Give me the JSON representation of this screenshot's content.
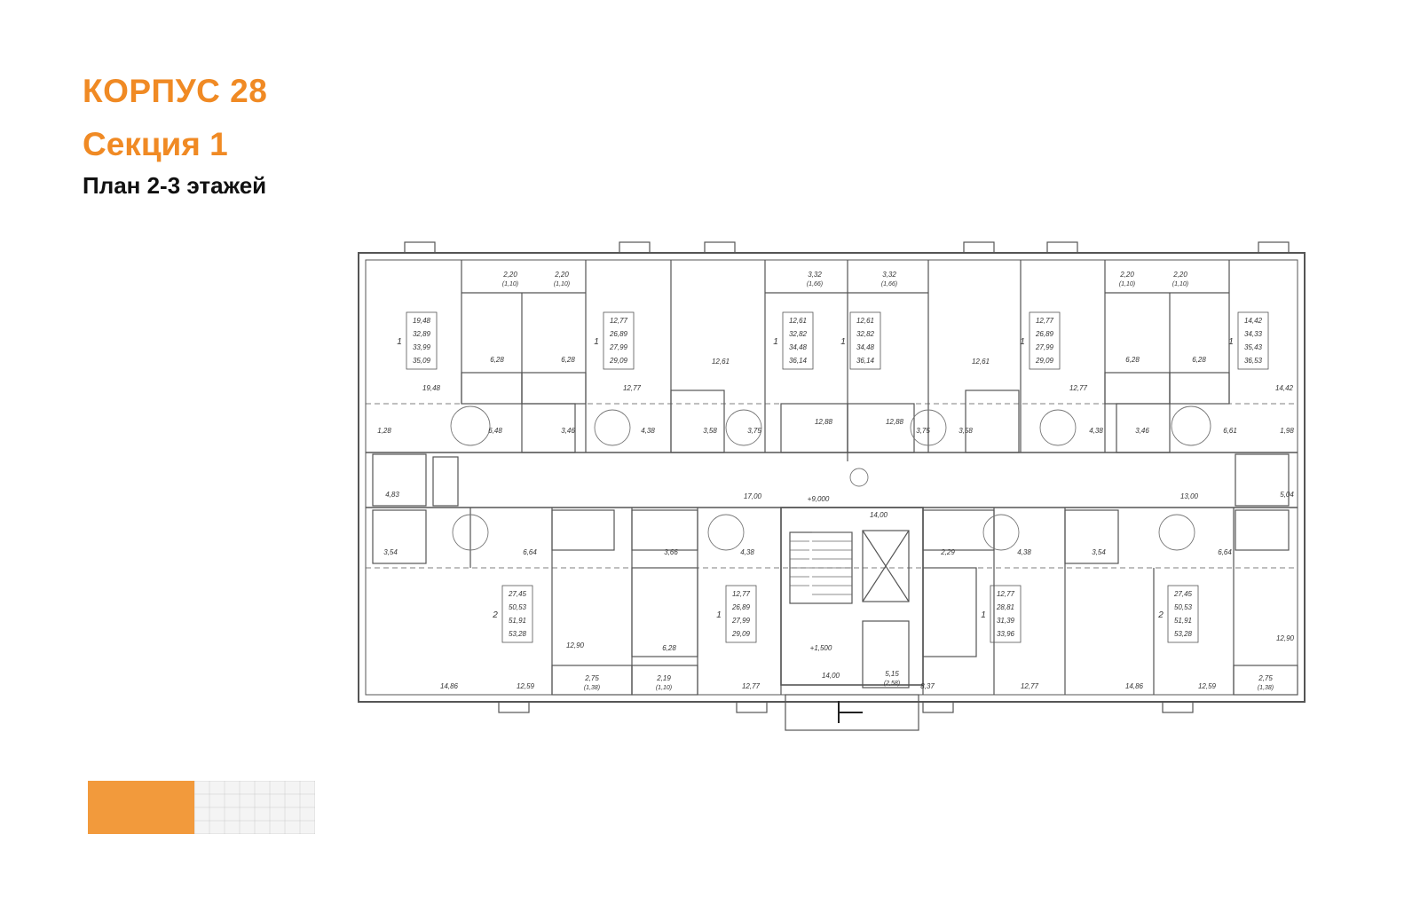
{
  "header": {
    "building": "КОРПУС 28",
    "section": "Секция 1",
    "plan": "План 2-3 этажей"
  },
  "colors": {
    "accent": "#f08a24",
    "text": "#111111",
    "line": "#555555"
  },
  "plan": {
    "elevation_top": "+9,000",
    "elevation_stair": "+1,500",
    "stair_landing": "1,500",
    "corridor_area": "17,00",
    "corridor_area_right": "13,00",
    "entrance_area": "14,00",
    "entrance_small": "5,15",
    "entrance_small_2": "(2,58)",
    "balconies_top": [
      {
        "a": "2,20",
        "b": "(1,10)"
      },
      {
        "a": "2,20",
        "b": "(1,10)"
      },
      {
        "a": "3,32",
        "b": "(1,66)"
      },
      {
        "a": "3,32",
        "b": "(1,66)"
      },
      {
        "a": "2,20",
        "b": "(1,10)"
      },
      {
        "a": "2,20",
        "b": "(1,10)"
      }
    ],
    "balconies_bottom": [
      {
        "a": "2,75",
        "b": "(1,38)"
      },
      {
        "a": "2,19",
        "b": "(1,10)"
      },
      {
        "a": "2,75",
        "b": "(1,38)"
      }
    ],
    "apartments_top": [
      {
        "rooms": "1",
        "vals": [
          "19,48",
          "32,89",
          "33,99",
          "35,09"
        ]
      },
      {
        "rooms": "1",
        "vals": [
          "12,77",
          "26,89",
          "27,99",
          "29,09"
        ]
      },
      {
        "rooms": "1",
        "vals": [
          "12,61",
          "32,82",
          "34,48",
          "36,14"
        ]
      },
      {
        "rooms": "1",
        "vals": [
          "12,61",
          "32,82",
          "34,48",
          "36,14"
        ]
      },
      {
        "rooms": "1",
        "vals": [
          "12,77",
          "26,89",
          "27,99",
          "29,09"
        ]
      },
      {
        "rooms": "1",
        "vals": [
          "14,42",
          "34,33",
          "35,43",
          "36,53"
        ]
      }
    ],
    "apartments_bottom": [
      {
        "rooms": "2",
        "vals": [
          "27,45",
          "50,53",
          "51,91",
          "53,28"
        ]
      },
      {
        "rooms": "1",
        "vals": [
          "12,77",
          "26,89",
          "27,99",
          "29,09"
        ]
      },
      {
        "rooms": "1",
        "vals": [
          "12,77",
          "28,81",
          "31,39",
          "33,96"
        ]
      },
      {
        "rooms": "2",
        "vals": [
          "27,45",
          "50,53",
          "51,91",
          "53,28"
        ]
      }
    ],
    "room_labels_top": [
      "19,48",
      "6,28",
      "6,28",
      "12,77",
      "12,61",
      "12,88",
      "12,88",
      "12,61",
      "12,77",
      "6,28",
      "6,28",
      "14,42"
    ],
    "room_labels_mid": [
      "1,28",
      "6,48",
      "3,46",
      "4,38",
      "3,58",
      "3,75",
      "3,75",
      "3,58",
      "4,38",
      "3,46",
      "6,61",
      "1,98"
    ],
    "room_labels_low": [
      "4,83",
      "3,54",
      "6,64",
      "3,66",
      "4,38",
      "2,29",
      "4,38",
      "3,54",
      "6,64",
      "5,04"
    ],
    "room_labels_bottom": [
      "14,86",
      "12,59",
      "12,90",
      "6,28",
      "12,77",
      "8,37",
      "12,77",
      "14,86",
      "12,59",
      "12,90"
    ]
  }
}
